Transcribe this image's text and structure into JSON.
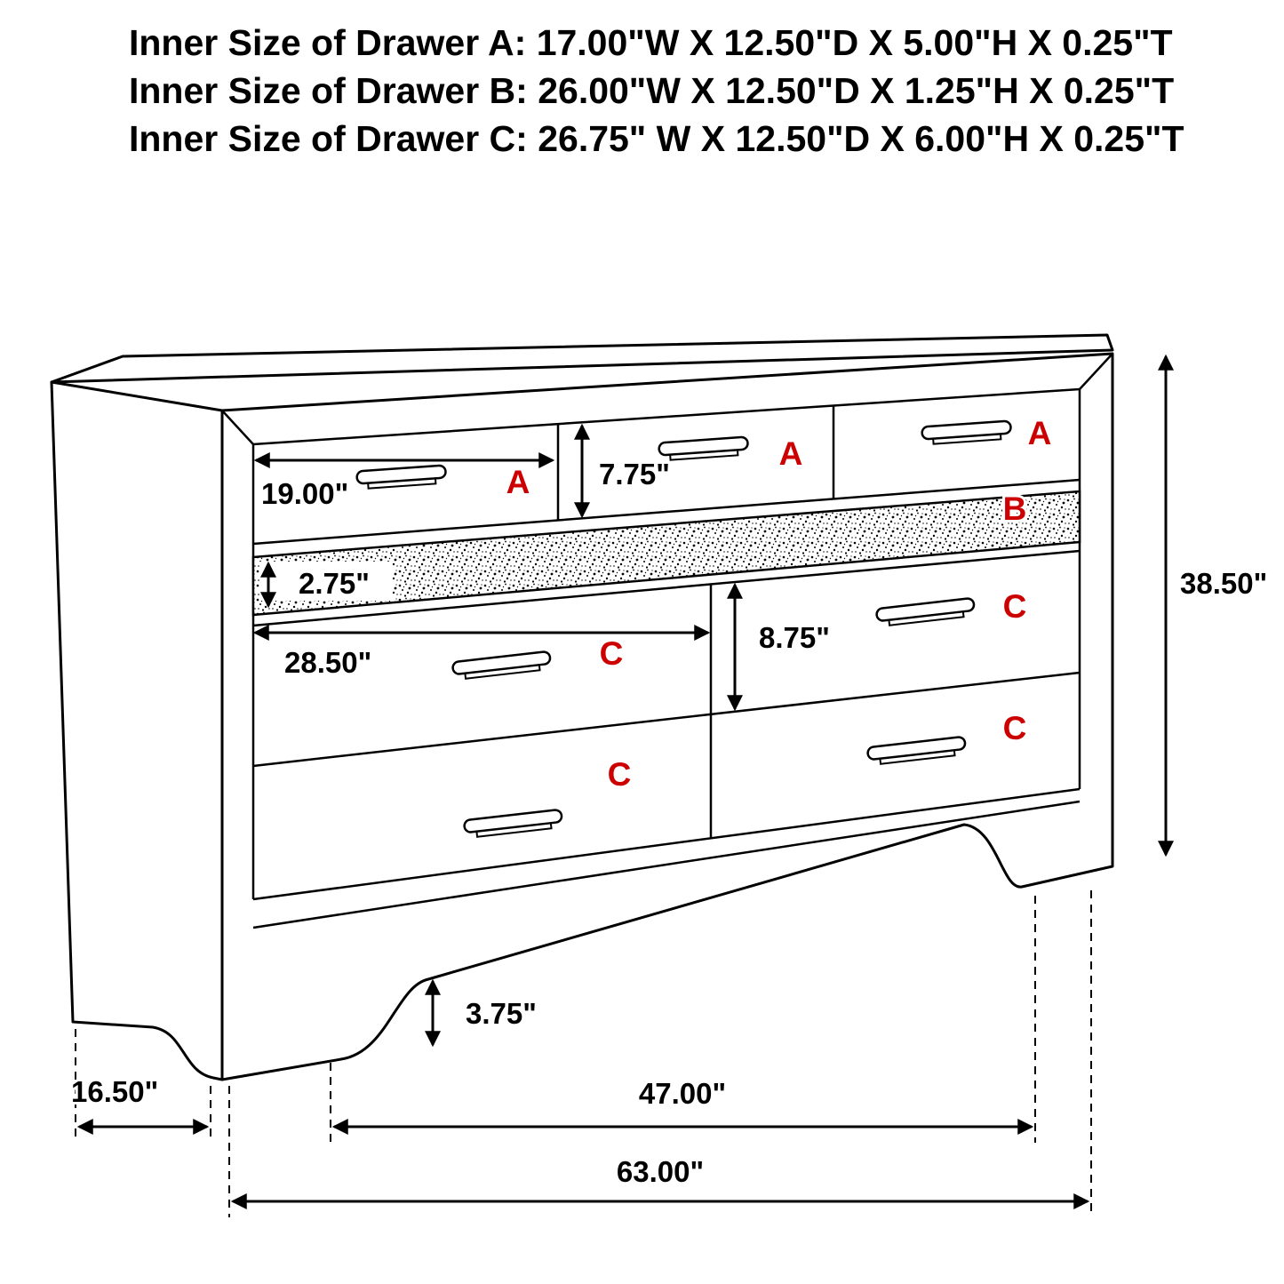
{
  "colors": {
    "background": "#ffffff",
    "line": "#000000",
    "label": "#cc0000"
  },
  "header": {
    "lines": [
      "Inner Size of Drawer A: 17.00\"W X 12.50\"D X 5.00\"H X 0.25\"T",
      "Inner Size of Drawer B: 26.00\"W X 12.50\"D X 1.25\"H X 0.25\"T",
      "Inner Size of Drawer C: 26.75\" W X 12.50\"D X 6.00\"H X 0.25\"T"
    ]
  },
  "drawers": {
    "a1": "A",
    "a2": "A",
    "a3": "A",
    "b": "B",
    "c_top_left": "C",
    "c_top_right": "C",
    "c_bottom_left": "C",
    "c_bottom_right": "C"
  },
  "dimensions": {
    "drawer_a_width": "19.00\"",
    "drawer_a_front_height": "7.75\"",
    "drawer_b_front_height": "2.75\"",
    "drawer_c_width": "28.50\"",
    "drawer_c_front_height": "8.75\"",
    "overall_height": "38.50\"",
    "foot_height": "3.75\"",
    "side_depth": "16.50\"",
    "feet_span": "47.00\"",
    "overall_width": "63.00\""
  }
}
